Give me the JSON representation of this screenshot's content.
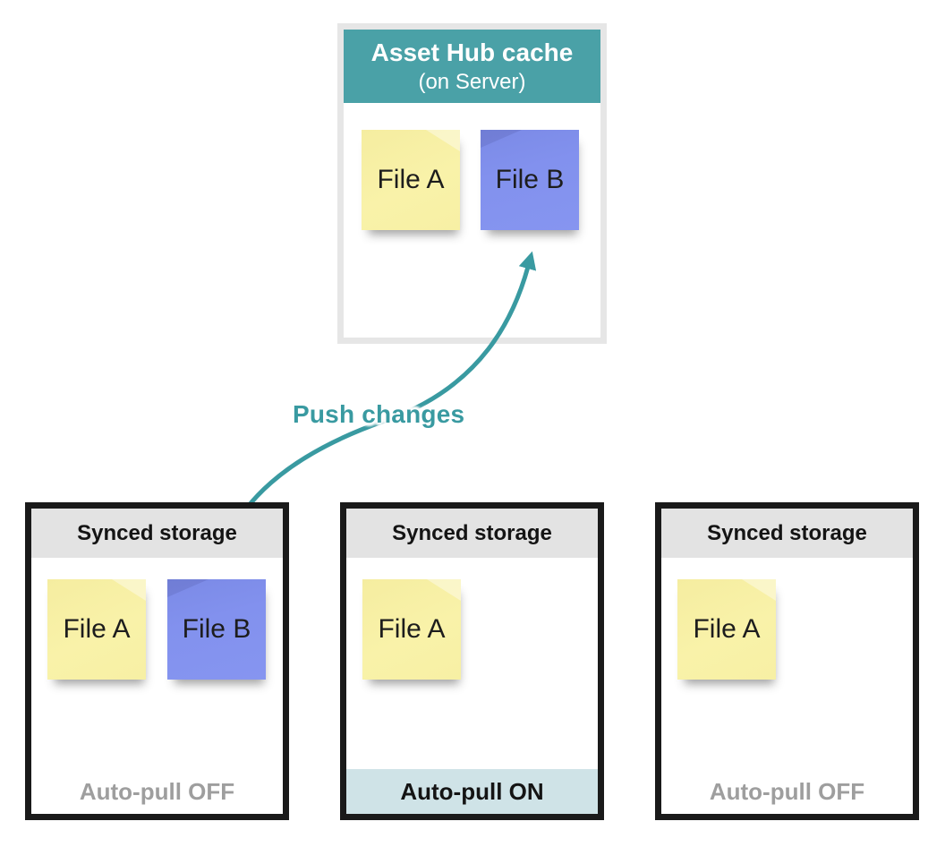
{
  "server": {
    "title": "Asset Hub cache",
    "subtitle": "(on Server)",
    "files": [
      {
        "label": "File A",
        "color": "yellow"
      },
      {
        "label": "File B",
        "color": "blue"
      }
    ]
  },
  "arrow": {
    "label": "Push changes",
    "from": "Synced storage 1 / File B",
    "to": "Asset Hub cache / File B"
  },
  "clients": [
    {
      "title": "Synced storage",
      "files": [
        {
          "label": "File A",
          "color": "yellow"
        },
        {
          "label": "File B",
          "color": "blue"
        }
      ],
      "status": "Auto-pull OFF",
      "autopull_on": false
    },
    {
      "title": "Synced storage",
      "files": [
        {
          "label": "File A",
          "color": "yellow"
        }
      ],
      "status": "Auto-pull ON",
      "autopull_on": true
    },
    {
      "title": "Synced storage",
      "files": [
        {
          "label": "File A",
          "color": "yellow"
        }
      ],
      "status": "Auto-pull OFF",
      "autopull_on": false
    }
  ],
  "colors": {
    "server_header_teal": "#4aa1a7",
    "arrow_teal": "#399aa1",
    "note_yellow": "#f8f1a6",
    "note_blue": "#8291ee",
    "client_header_gray": "#e3e3e3",
    "autopull_on_bg": "#cfe3e7",
    "muted_status_text": "#9e9e9e",
    "client_border": "#1a1a1a",
    "server_border": "#e6e6e6"
  }
}
